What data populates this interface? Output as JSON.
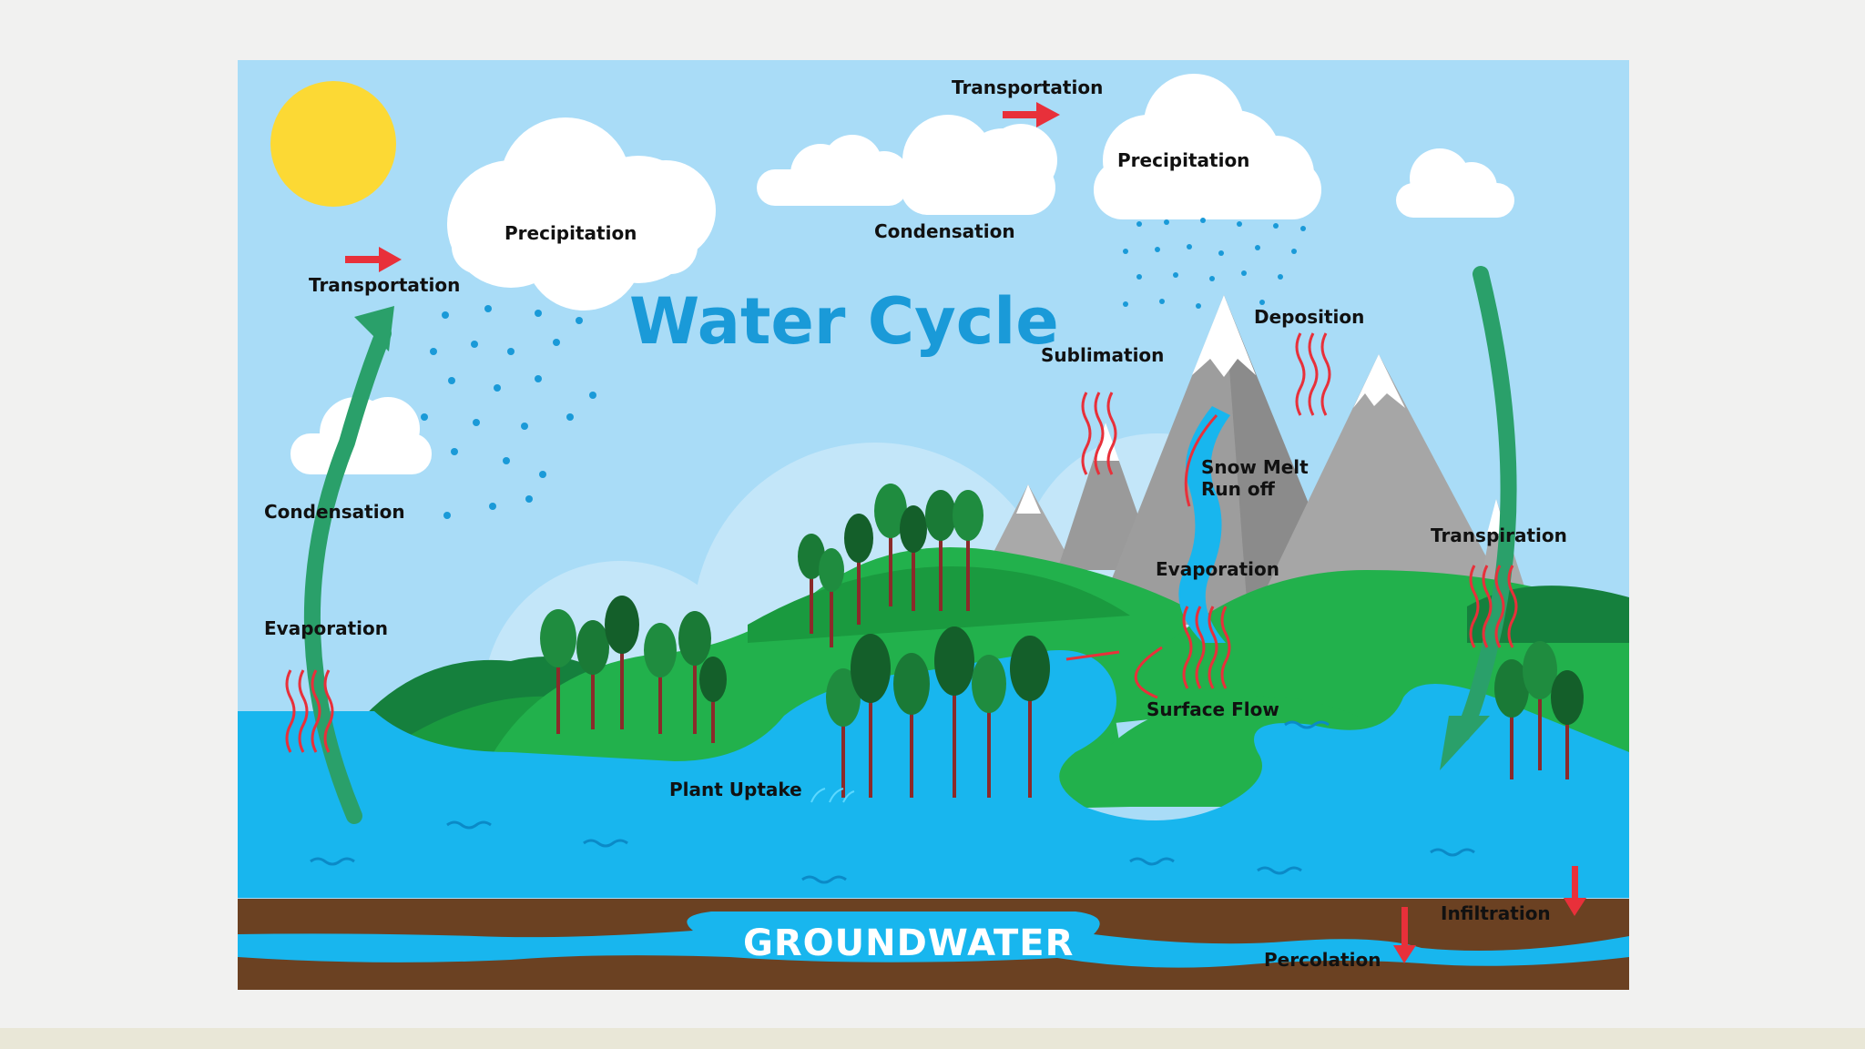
{
  "diagram": {
    "title": "Water Cycle",
    "groundwater": "GROUNDWATER",
    "labels": {
      "transportation_left": "Transportation",
      "transportation_top": "Transportation",
      "precipitation_left": "Precipitation",
      "precipitation_right": "Precipitation",
      "condensation_top": "Condensation",
      "condensation_left": "Condensation",
      "evaporation_left": "Evaporation",
      "evaporation_right": "Evaporation",
      "sublimation": "Sublimation",
      "deposition": "Deposition",
      "snow_melt_line1": "Snow Melt",
      "snow_melt_line2": "Run off",
      "transpiration": "Transpiration",
      "surface_flow": "Surface Flow",
      "plant_uptake": "Plant Uptake",
      "infiltration": "Infiltration",
      "percolation": "Percolation"
    },
    "colors": {
      "sky": "#a9dcf7",
      "water": "#18b6ee",
      "grass": "#22b14c",
      "dark_grass": "#15803d",
      "soil": "#6b4122",
      "mountain": "#9a9a9a",
      "snow": "#ffffff",
      "sun": "#fcd934",
      "arrow_red": "#e8303a",
      "cycle_arrow": "#2aa06a",
      "title": "#1a9ad8"
    }
  }
}
